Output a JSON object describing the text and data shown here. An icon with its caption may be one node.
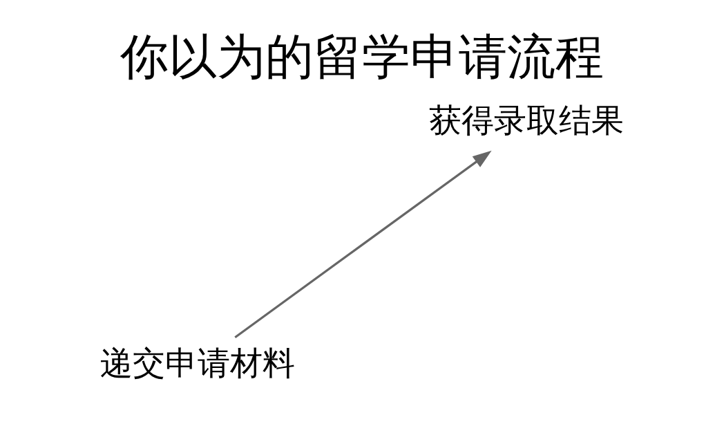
{
  "diagram": {
    "title": "你以为的留学申请流程",
    "nodes": [
      {
        "text": [
          "递交申请材料"
        ]
      },
      {
        "text": [
          "获得录取结果"
        ]
      }
    ],
    "edges": [
      {
        "from": 0,
        "to": 1,
        "arrow": "to"
      }
    ]
  }
}
